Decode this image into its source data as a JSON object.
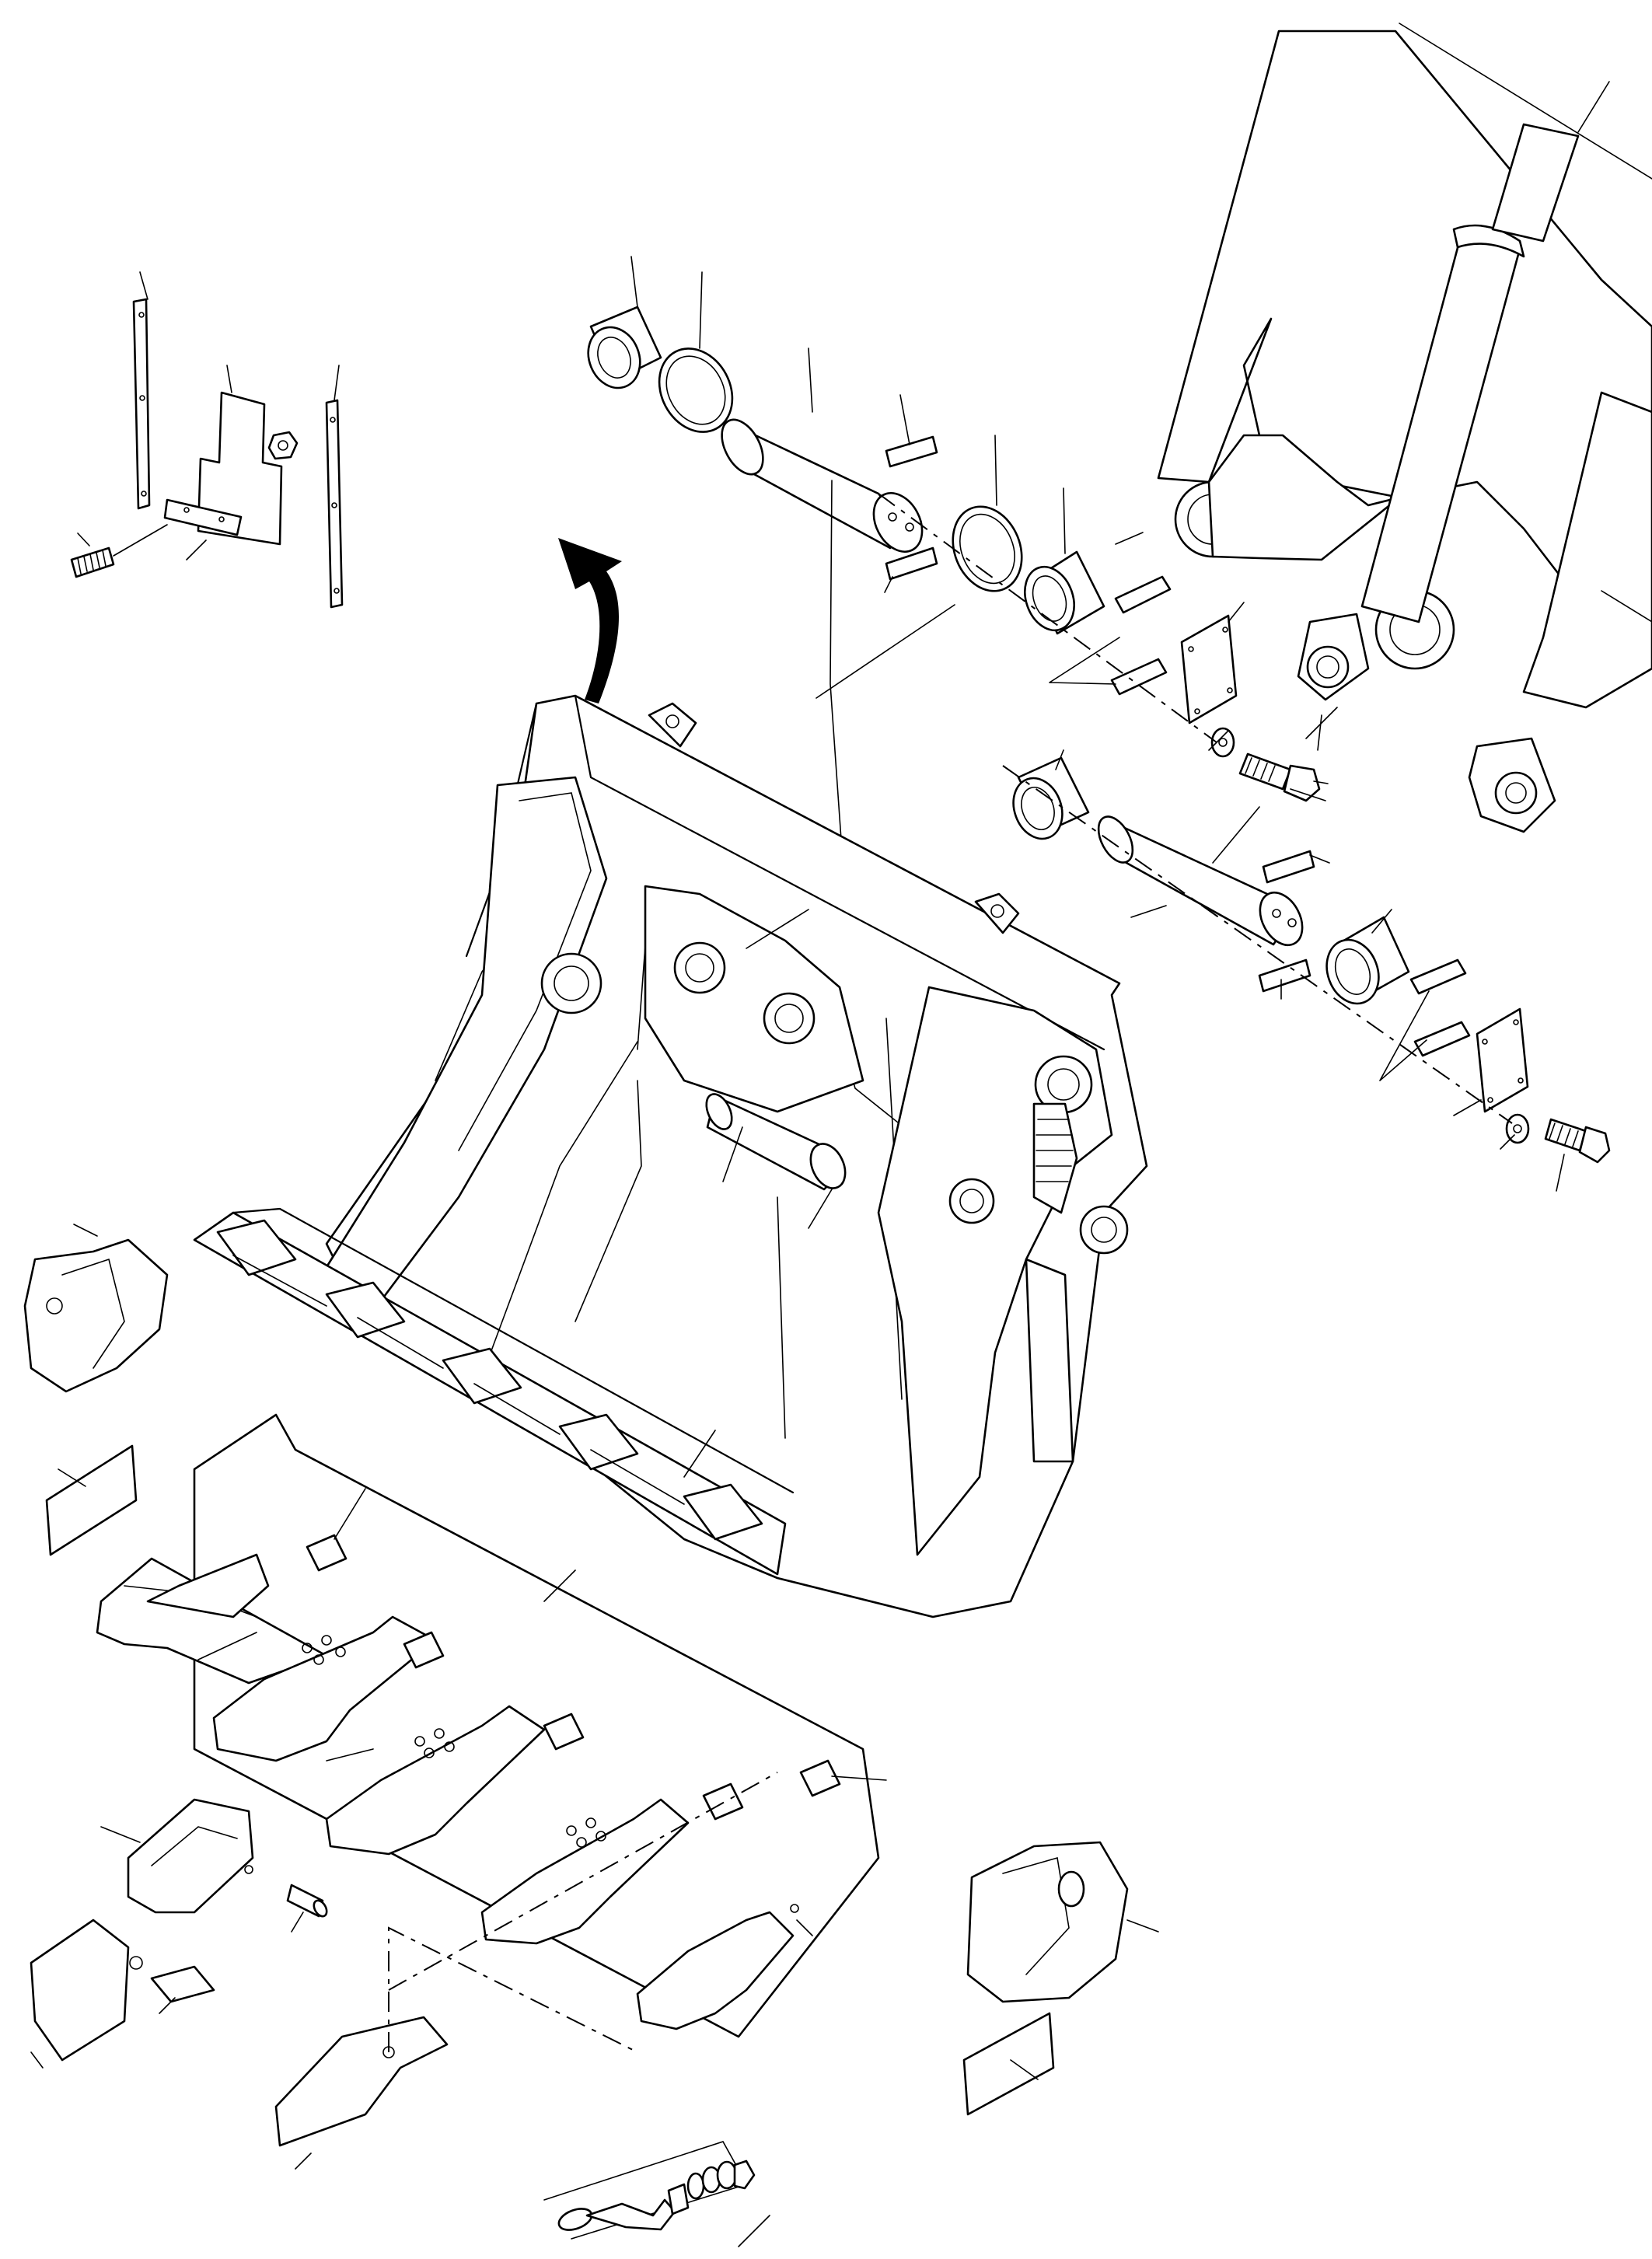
{
  "page": {
    "kind": "exploded-parts-diagram",
    "background": "#ffffff",
    "line_color": "#000000"
  },
  "icons": [
    "rotate-arrow-icon"
  ],
  "groups": {
    "wear_plates": [
      "plate-strip-left",
      "bracket-plate",
      "nut",
      "plate-strip-right",
      "spacer-plate",
      "stud-bolt"
    ],
    "bucket_pin_upper": [
      "bushing",
      "seal-ring",
      "pin",
      "keeper",
      "keeper",
      "seal-ring",
      "bushing",
      "cover-plate",
      "shims",
      "washer",
      "bolt"
    ],
    "bucket_pin_lower": [
      "bushing",
      "pin",
      "keeper",
      "keeper",
      "bushing",
      "cover-plate",
      "shims",
      "washer",
      "bolt"
    ],
    "boom_assembly": [
      "boom-arm",
      "lift-cylinder",
      "tilt-cylinder"
    ],
    "bucket": [
      "bucket-body",
      "side-bracket",
      "cross-pin",
      "cutting-edge"
    ],
    "teeth": [
      "tooth-adapter",
      "tooth-point",
      "protector",
      "lock-pin",
      "retainer",
      "corner-adapter",
      "wear-shim",
      "tooth-lock-assembly"
    ]
  }
}
